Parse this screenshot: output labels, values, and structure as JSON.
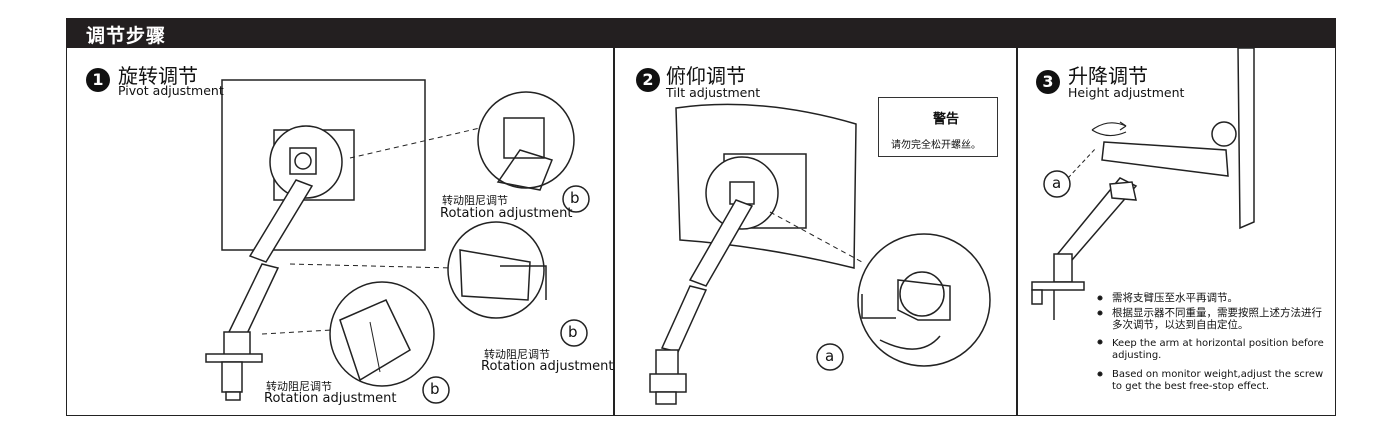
{
  "header": {
    "title": "调节步骤"
  },
  "steps": [
    {
      "number": "1",
      "title_cn": "旋转调节",
      "title_en": "Pivot adjustment"
    },
    {
      "number": "2",
      "title_cn": "俯仰调节",
      "title_en": "Tilt adjustment"
    },
    {
      "number": "3",
      "title_cn": "升降调节",
      "title_en": "Height  adjustment"
    }
  ],
  "callouts": {
    "rotation_1_cn": "转动阻尼调节",
    "rotation_1_en": "Rotation adjustment",
    "rotation_2_cn": "转动阻尼调节",
    "rotation_2_en": "Rotation adjustment",
    "rotation_3_cn": "转动阻尼调节",
    "rotation_3_en": "Rotation adjustment",
    "letter_b": "b",
    "letter_a": "a"
  },
  "warning": {
    "title": "警告",
    "text": "请勿完全松开螺丝。"
  },
  "notes": [
    "需将支臂压至水平再调节。",
    "根据显示器不同重量，需要按照上述方法进行多次调节，以达到自由定位。",
    "Keep the arm at horizontal position before adjusting.",
    "Based on monitor weight,adjust the screw to get the best free-stop effect."
  ],
  "colors": {
    "header_bg": "#231f20",
    "header_text": "#ffffff",
    "line": "#222222"
  }
}
